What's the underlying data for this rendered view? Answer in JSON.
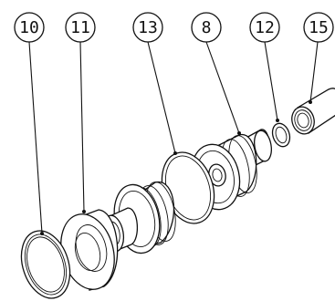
{
  "callouts": [
    {
      "label": "10"
    },
    {
      "label": "11"
    },
    {
      "label": "13"
    },
    {
      "label": "8"
    },
    {
      "label": "12"
    },
    {
      "label": "15"
    }
  ],
  "colors": {
    "ink": "#111111",
    "paper": "#ffffff"
  }
}
